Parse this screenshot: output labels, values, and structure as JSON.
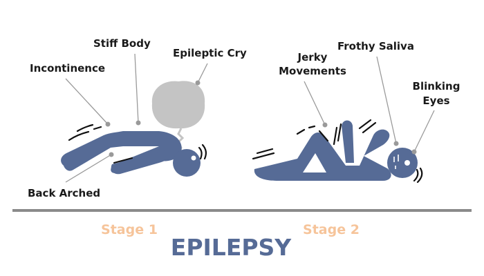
{
  "labels": {
    "incontinence": "Incontinence",
    "stiff_body": "Stiff Body",
    "epileptic_cry": "Epileptic Cry",
    "back_arched": "Back Arched",
    "jerky_1": "Jerky",
    "jerky_2": "Movements",
    "frothy_saliva": "Frothy Saliva",
    "blinking_1": "Blinking",
    "blinking_2": "Eyes"
  },
  "stages": [
    "Stage 1",
    "Stage 2"
  ],
  "title": "EPILEPSY",
  "colors": {
    "figure": "#566b96",
    "stage": "#f6c49a",
    "title": "#566b96",
    "cloud": "#c4c4c4",
    "divider": "#8a8a8a"
  }
}
